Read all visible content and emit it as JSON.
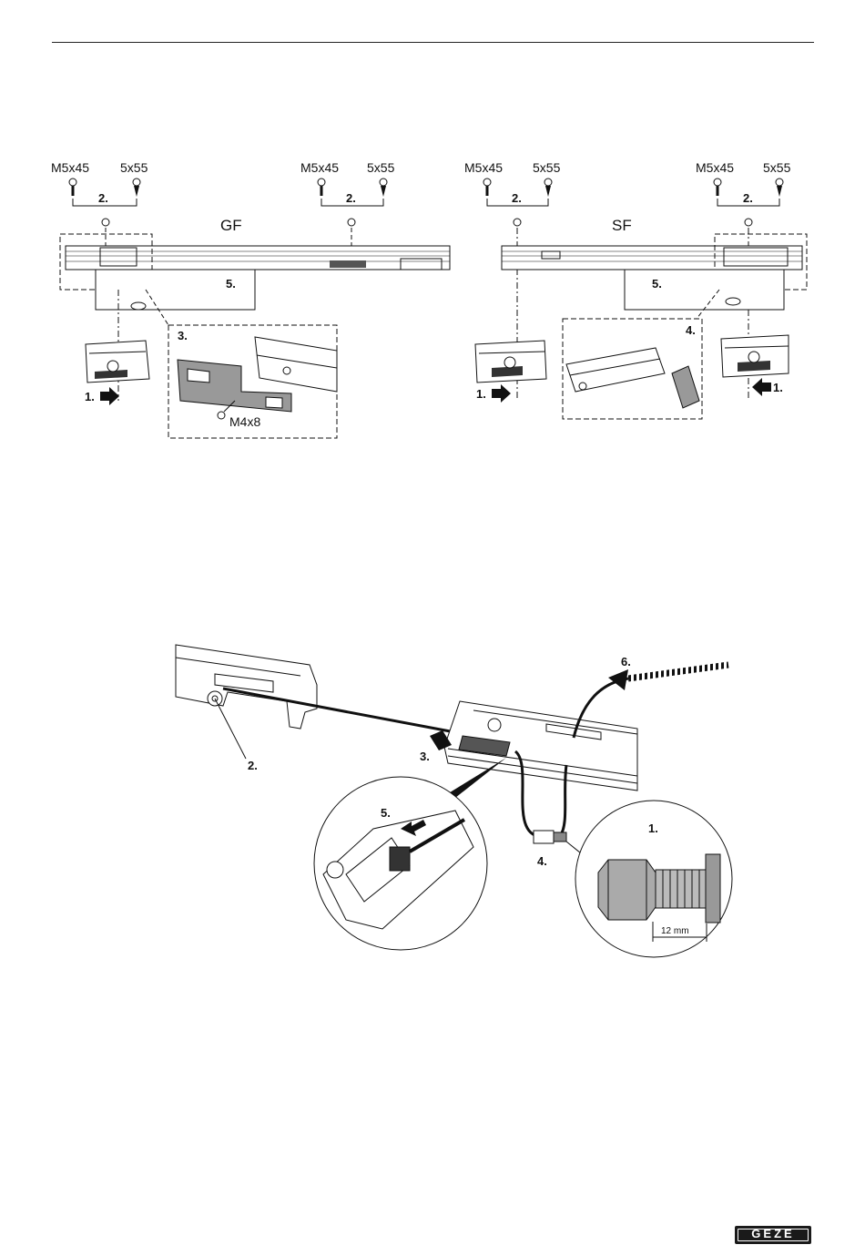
{
  "top_figure": {
    "gf": {
      "title": "GF",
      "left_screws": {
        "screw_a": "M5x45",
        "screw_b": "5x55",
        "step": "2."
      },
      "right_screws": {
        "screw_a": "M5x45",
        "screw_b": "5x55",
        "step": "2."
      },
      "step_1": "1.",
      "step_3": "3.",
      "step_5": "5.",
      "screw_m4": "M4x8"
    },
    "sf": {
      "title": "SF",
      "left_screws": {
        "screw_a": "M5x45",
        "screw_b": "5x55",
        "step": "2."
      },
      "right_screws": {
        "screw_a": "M5x45",
        "screw_b": "5x55",
        "step": "2."
      },
      "step_1_left": "1.",
      "step_1_right": "1.",
      "step_4": "4.",
      "step_5": "5."
    }
  },
  "bottom_figure": {
    "step_1": "1.",
    "step_2": "2.",
    "step_3": "3.",
    "step_4": "4.",
    "step_5": "5.",
    "step_6": "6.",
    "dimension": "12 mm"
  },
  "footer": {
    "logo": "GEZE"
  }
}
